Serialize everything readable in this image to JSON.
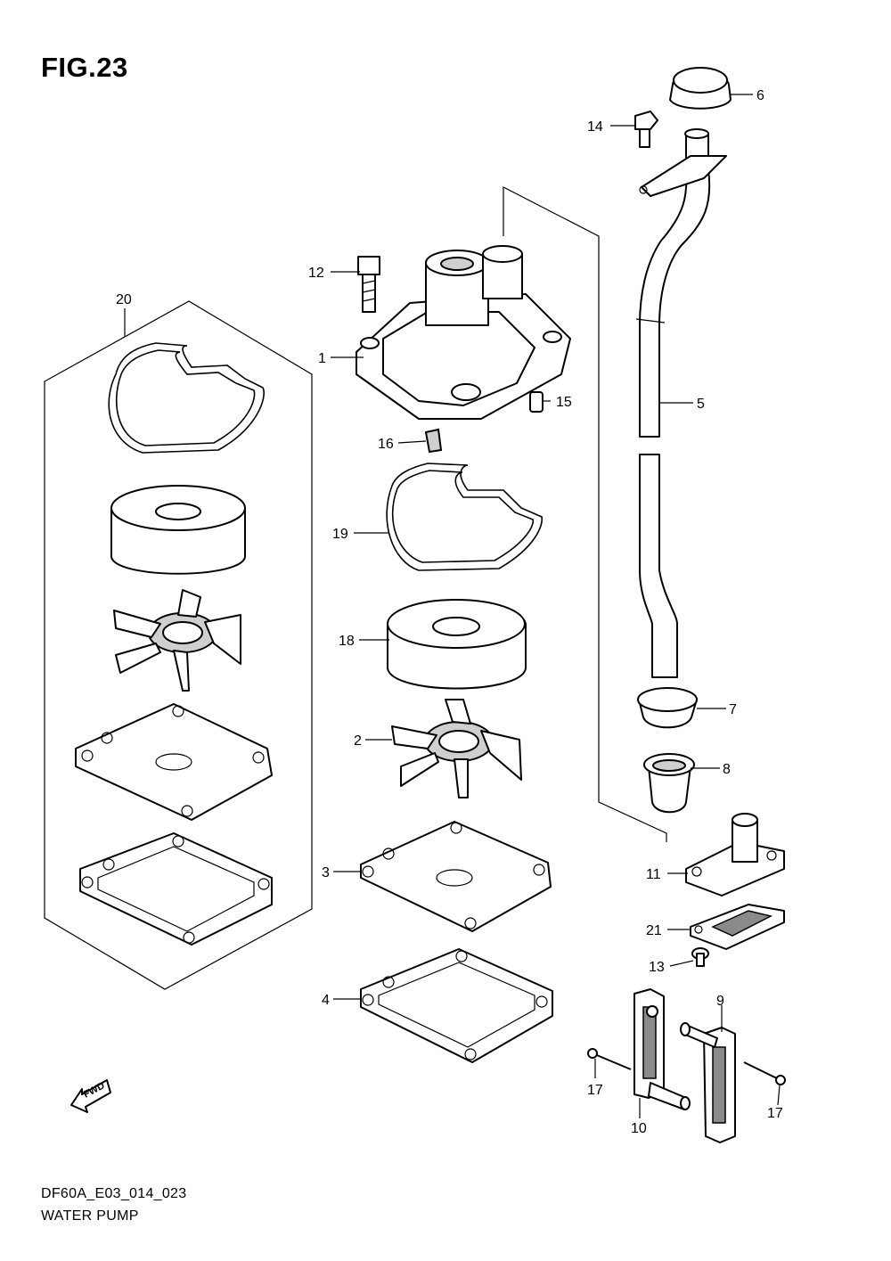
{
  "figure": {
    "title": "FIG.23",
    "model_code": "DF60A_E03_014_023",
    "caption": "WATER PUMP"
  },
  "direction_marker": {
    "label": "FWD",
    "icon": "forward-arrow-icon"
  },
  "callouts": [
    "1",
    "2",
    "3",
    "4",
    "5",
    "6",
    "7",
    "8",
    "9",
    "10",
    "11",
    "12",
    "13",
    "14",
    "15",
    "16",
    "17",
    "17",
    "18",
    "19",
    "20",
    "21"
  ]
}
